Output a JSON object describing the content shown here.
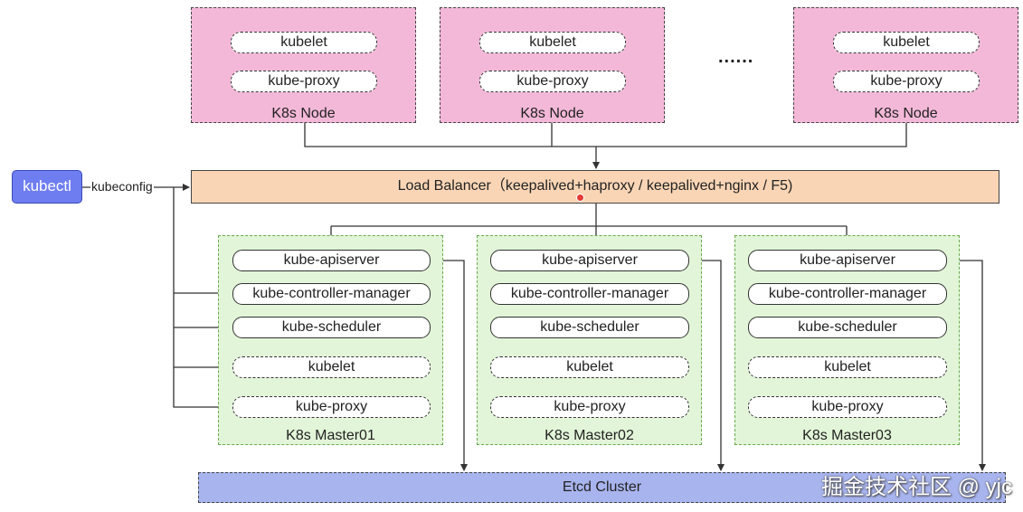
{
  "nodes": [
    {
      "components": [
        "kubelet",
        "kube-proxy"
      ],
      "label": "K8s Node"
    },
    {
      "components": [
        "kubelet",
        "kube-proxy"
      ],
      "label": "K8s Node"
    },
    {
      "components": [
        "kubelet",
        "kube-proxy"
      ],
      "label": "K8s Node"
    }
  ],
  "ellipsis": "......",
  "load_balancer": "Load Balancer（keepalived+haproxy / keepalived+nginx / F5)",
  "kubectl": "kubectl",
  "kubeconfig": "kubeconfig",
  "masters": [
    {
      "label": "K8s Master01",
      "components": [
        "kube-apiserver",
        "kube-controller-manager",
        "kube-scheduler",
        "kubelet",
        "kube-proxy"
      ]
    },
    {
      "label": "K8s Master02",
      "components": [
        "kube-apiserver",
        "kube-controller-manager",
        "kube-scheduler",
        "kubelet",
        "kube-proxy"
      ]
    },
    {
      "label": "K8s Master03",
      "components": [
        "kube-apiserver",
        "kube-controller-manager",
        "kube-scheduler",
        "kubelet",
        "kube-proxy"
      ]
    }
  ],
  "etcd": "Etcd Cluster",
  "watermark": "掘金技术社区 @ yjc",
  "colors": {
    "node_fill": "#f3b8d8",
    "master_fill": "#e2f5d8",
    "load_balancer_fill": "#fad5b5",
    "kubectl_fill": "#6e7df0",
    "etcd_fill": "#a8b4ee"
  }
}
